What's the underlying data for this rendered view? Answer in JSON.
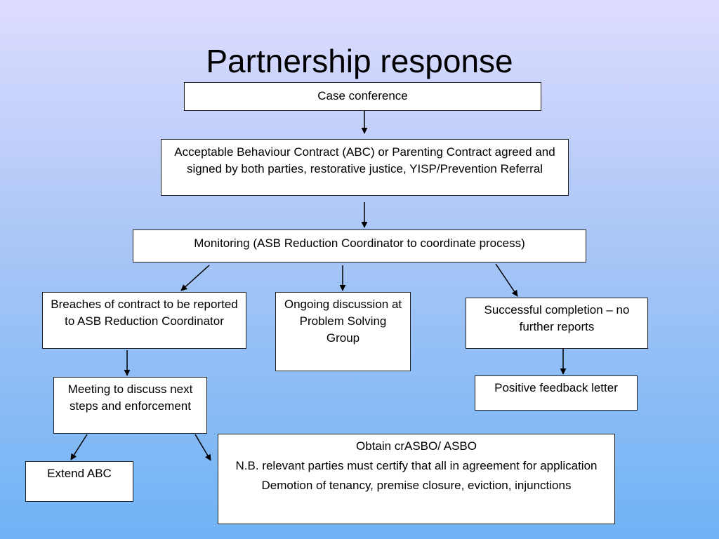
{
  "title": "Partnership response",
  "boxes": {
    "case_conference": "Case conference",
    "contract": "Acceptable Behaviour Contract (ABC) or Parenting Contract agreed and signed by both parties, restorative justice, YISP/Prevention Referral",
    "monitoring": "Monitoring (ASB Reduction Coordinator to coordinate process)",
    "breaches": "Breaches of contract to be reported to ASB Reduction Coordinator",
    "ongoing": "Ongoing discussion at Problem Solving Group",
    "successful": "Successful completion – no further reports",
    "meeting": "Meeting to discuss next steps and enforcement",
    "feedback": "Positive feedback letter",
    "extend": "Extend ABC",
    "obtain": {
      "line1": "Obtain crASBO/ ASBO",
      "line2": "N.B. relevant parties must certify that all in agreement for application",
      "line3": "Demotion of tenancy, premise closure, eviction, injunctions"
    }
  }
}
